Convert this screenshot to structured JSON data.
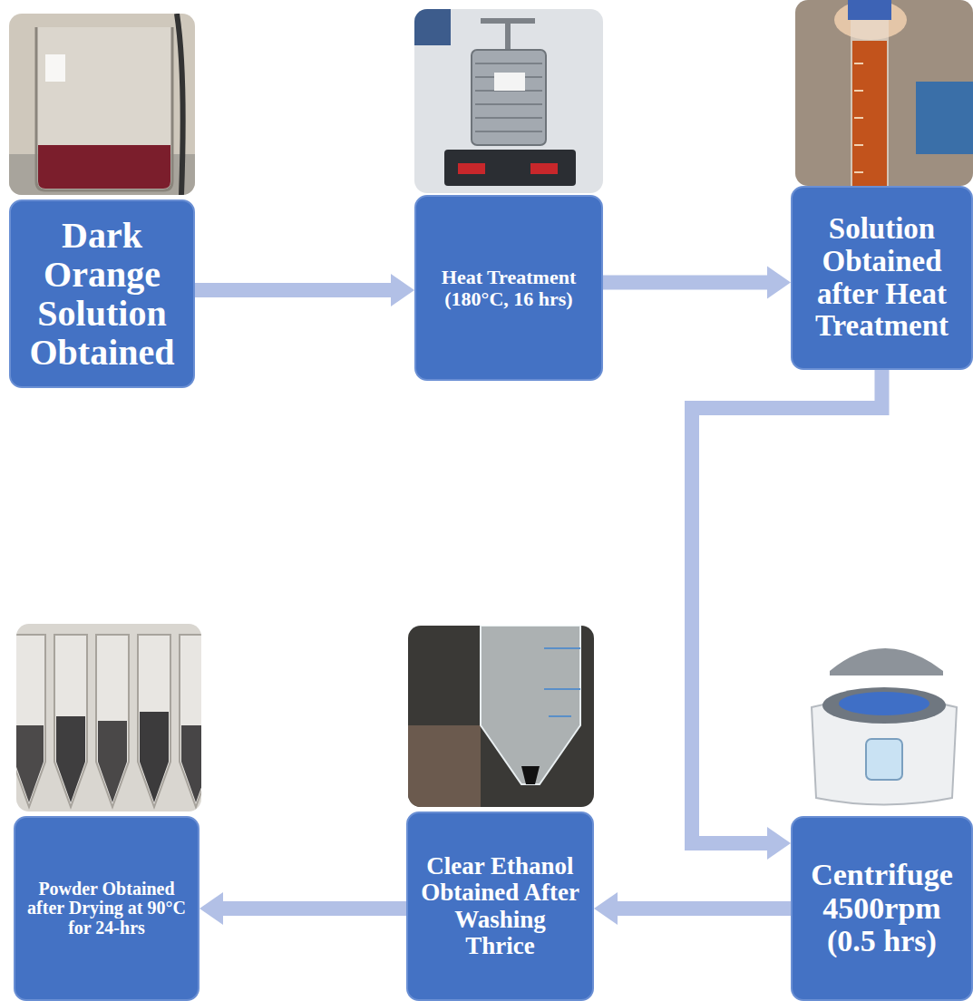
{
  "diagram": {
    "nodes": [
      {
        "text": [
          "Dark Orange Solution Obtained"
        ]
      },
      {
        "text": [
          "Heat Treatment (180°C, 16 hrs)"
        ]
      },
      {
        "text": [
          "Solution Obtained after Heat Treatment"
        ]
      },
      {
        "text": [
          "Centrifuge 4500rpm (0.5 hrs)"
        ]
      },
      {
        "text": [
          "Clear Ethanol Obtained After Washing Thrice"
        ]
      },
      {
        "text": [
          "Powder Obtained after Drying at 90°C for 24-hrs"
        ]
      }
    ],
    "edges": [
      {
        "from": 0,
        "to": 1,
        "arrow": "to"
      },
      {
        "from": 1,
        "to": 2,
        "arrow": "to"
      },
      {
        "from": 2,
        "to": 3,
        "arrow": "to"
      },
      {
        "from": 3,
        "to": 4,
        "arrow": "to"
      },
      {
        "from": 4,
        "to": 5,
        "arrow": "to"
      }
    ]
  }
}
